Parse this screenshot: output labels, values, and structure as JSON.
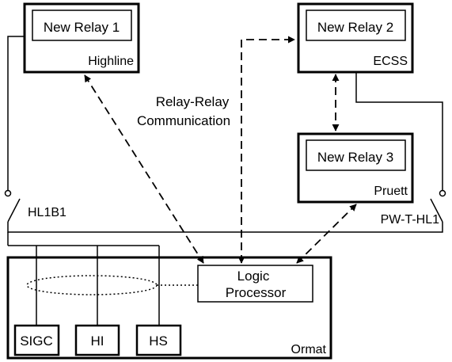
{
  "relays": {
    "relay1": {
      "title": "New Relay 1",
      "location": "Highline"
    },
    "relay2": {
      "title": "New Relay 2",
      "location": "ECSS"
    },
    "relay3": {
      "title": "New Relay 3",
      "location": "Pruett"
    }
  },
  "comm_label": {
    "line1": "Relay-Relay",
    "line2": "Communication"
  },
  "breakers": {
    "left": "HL1B1",
    "right": "PW-T-HL1"
  },
  "ormat": {
    "label": "Ormat",
    "processor": {
      "line1": "Logic",
      "line2": "Processor"
    },
    "units": [
      "SIGC",
      "HI",
      "HS"
    ]
  }
}
